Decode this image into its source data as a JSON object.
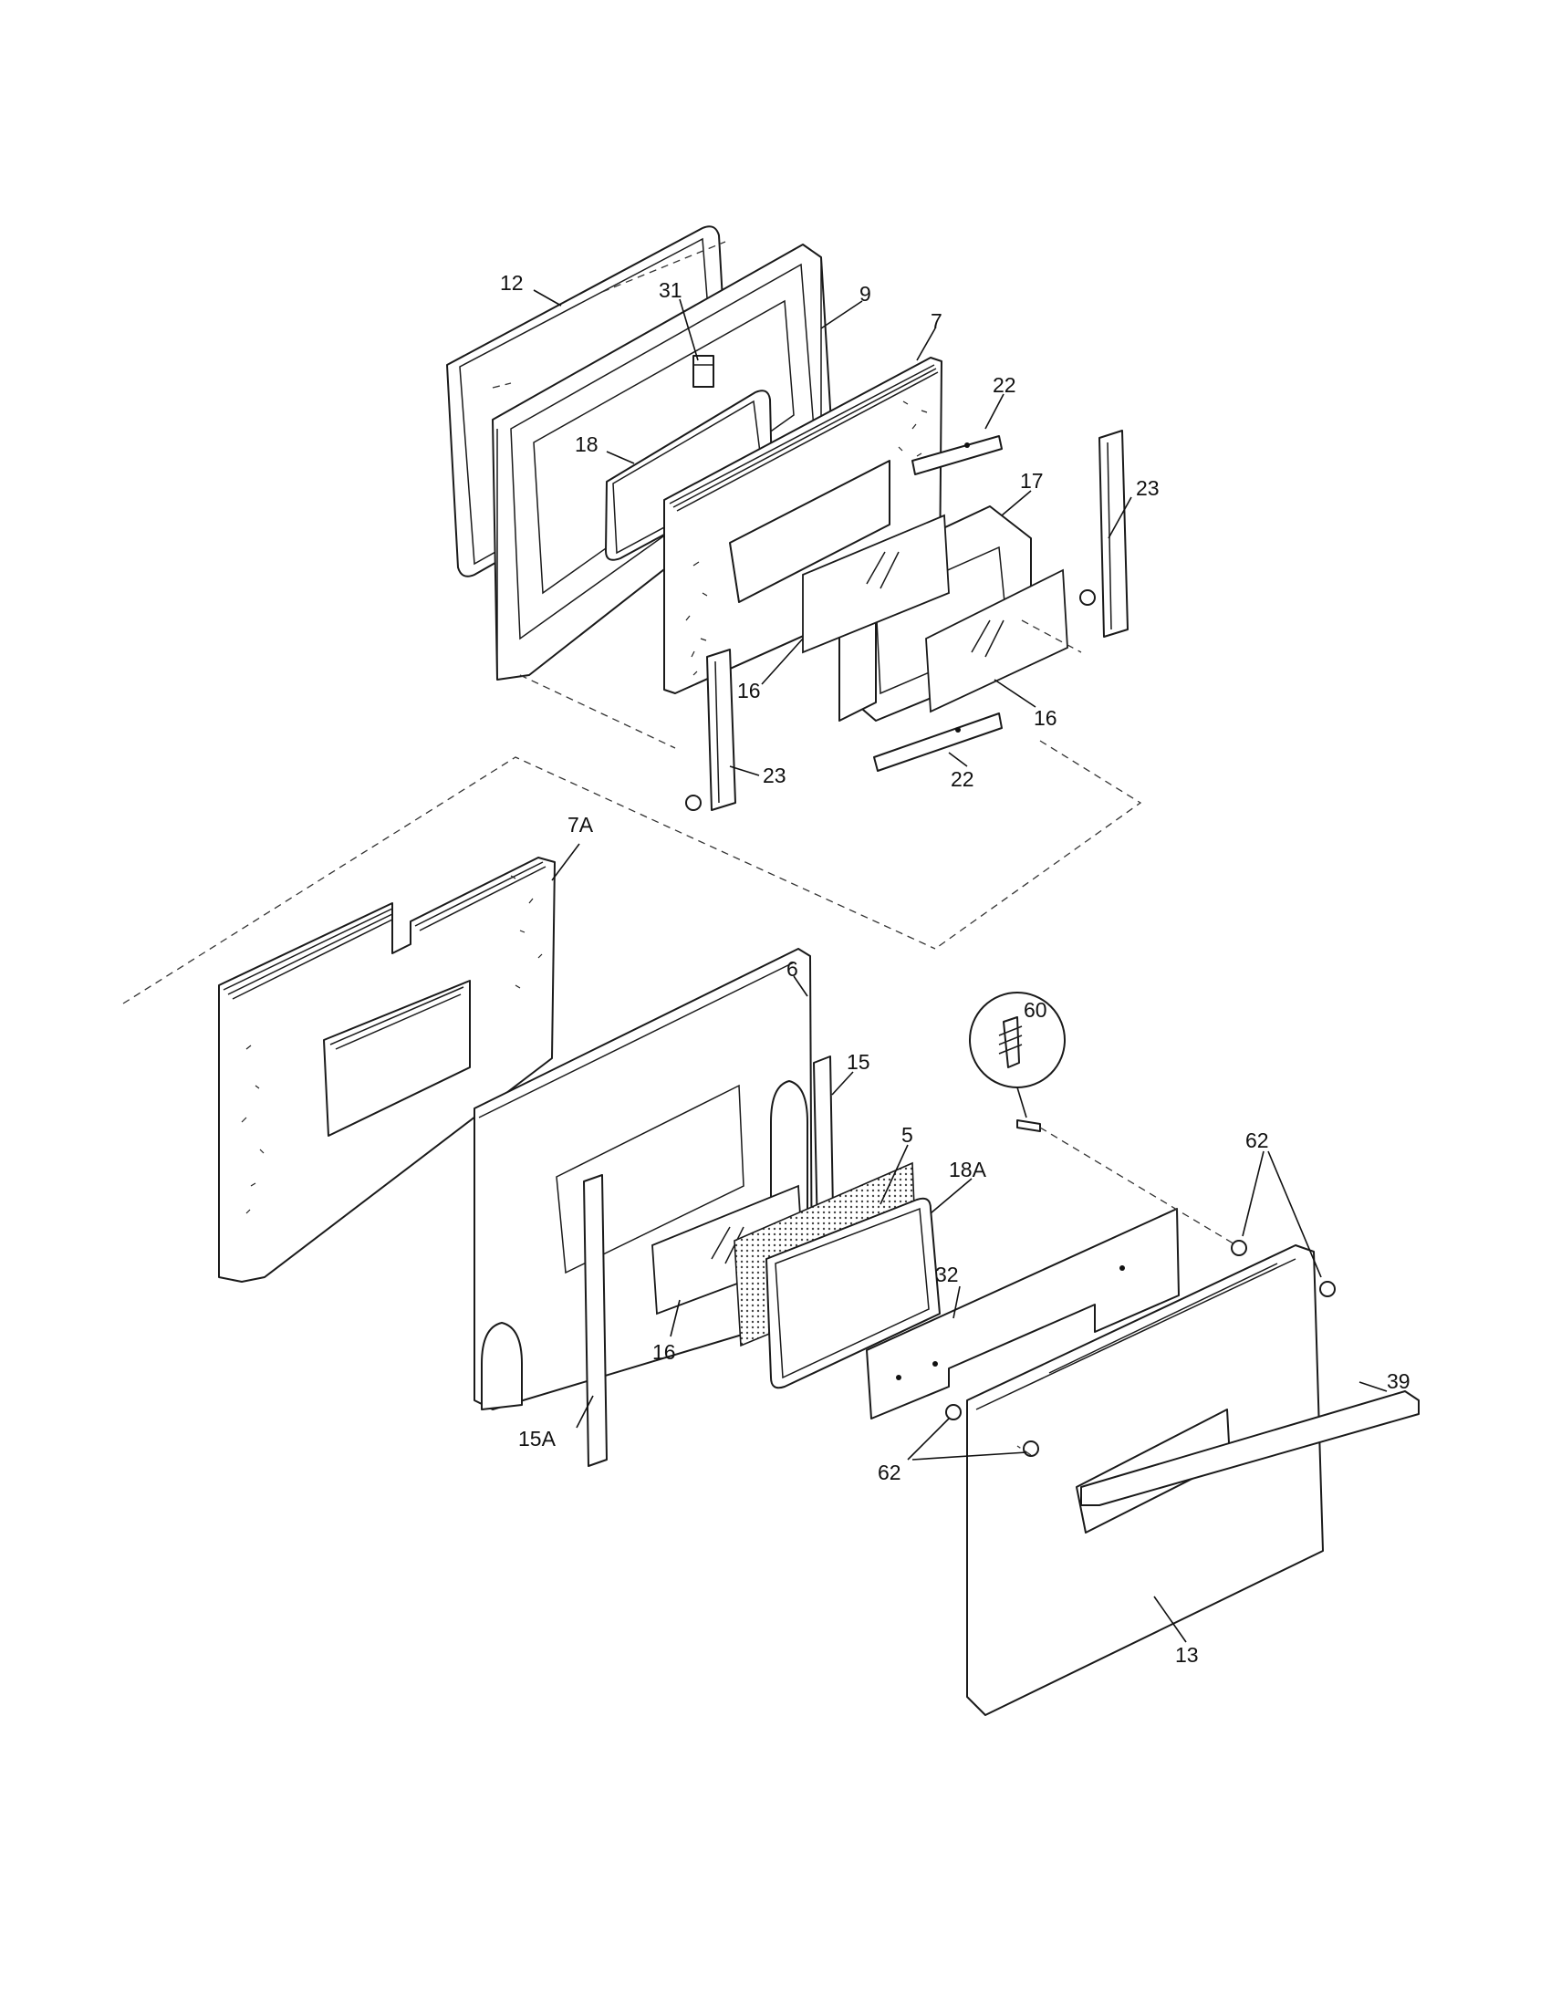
{
  "callouts": [
    {
      "id": "12",
      "text": "12"
    },
    {
      "id": "31",
      "text": "31"
    },
    {
      "id": "9",
      "text": "9"
    },
    {
      "id": "7",
      "text": "7"
    },
    {
      "id": "22-top",
      "text": "22"
    },
    {
      "id": "18",
      "text": "18"
    },
    {
      "id": "17",
      "text": "17"
    },
    {
      "id": "23-right",
      "text": "23"
    },
    {
      "id": "16-left",
      "text": "16"
    },
    {
      "id": "16-right",
      "text": "16"
    },
    {
      "id": "23-left",
      "text": "23"
    },
    {
      "id": "22-bottom",
      "text": "22"
    },
    {
      "id": "7A",
      "text": "7A"
    },
    {
      "id": "6",
      "text": "6"
    },
    {
      "id": "60",
      "text": "60"
    },
    {
      "id": "15",
      "text": "15"
    },
    {
      "id": "5",
      "text": "5"
    },
    {
      "id": "18A",
      "text": "18A"
    },
    {
      "id": "62-top",
      "text": "62"
    },
    {
      "id": "32",
      "text": "32"
    },
    {
      "id": "39",
      "text": "39"
    },
    {
      "id": "16-mid",
      "text": "16"
    },
    {
      "id": "15A",
      "text": "15A"
    },
    {
      "id": "62-bottom",
      "text": "62"
    },
    {
      "id": "13",
      "text": "13"
    }
  ]
}
